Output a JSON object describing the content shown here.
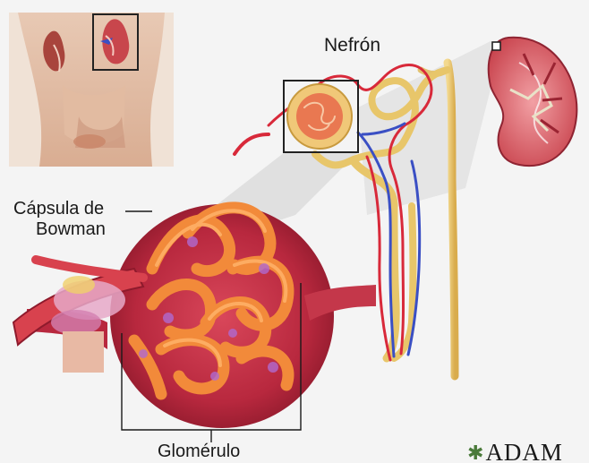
{
  "labels": {
    "nephron": "Nefrón",
    "capsule_line1": "Cápsula de",
    "capsule_line2": "Bowman",
    "glomerulus": "Glomérulo"
  },
  "logo": {
    "text": "ADAM",
    "icon": "leaf-star-icon"
  },
  "colors": {
    "background": "#f4f4f4",
    "artery": "#d8293a",
    "vein": "#3a4fc4",
    "tubule": "#e8c66a",
    "glomerulus": "#f28a3a",
    "capsule": "#c8344a",
    "logo_icon": "#4a7a3a"
  }
}
